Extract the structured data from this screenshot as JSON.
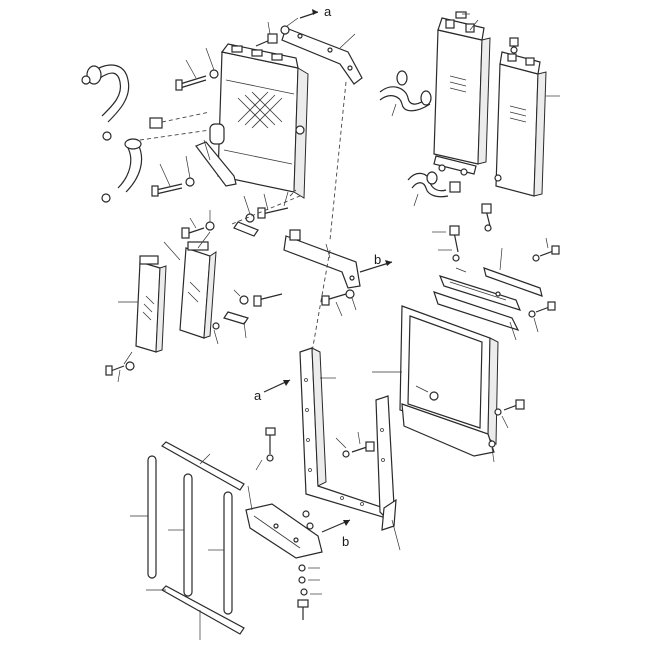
{
  "diagram": {
    "labels": {
      "a_top": "a",
      "a_mid": "a",
      "b_mid": "b",
      "b_low": "b"
    }
  }
}
